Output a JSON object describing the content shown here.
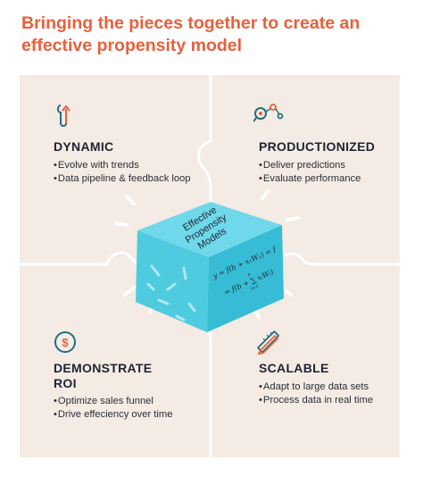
{
  "title": "Bringing the pieces together to create an effective propensity model",
  "colors": {
    "accent": "#e8603c",
    "panel": "#f4ebe4",
    "panel_border": "#ffffff",
    "cube_light": "#5fd3e6",
    "cube_mid": "#3cc3da",
    "cube_dark": "#2aaec6",
    "heading": "#1f2430"
  },
  "dynamic": {
    "heading": "DYNAMIC",
    "icon": "loop-arrow-icon",
    "bullets": [
      "Evolve with trends",
      "Data pipeline & feedback loop"
    ]
  },
  "productionized": {
    "heading": "PRODUCTIONIZED",
    "icon": "magnifier-nodes-icon",
    "bullets": [
      "Deliver predictions",
      "Evaluate performance"
    ]
  },
  "roi": {
    "heading_line1": "DEMONSTRATE",
    "heading_line2": "ROI",
    "icon": "dollar-coin-icon",
    "bullets": [
      "Optimize sales funnel",
      "Drive effeciency over time"
    ]
  },
  "scalable": {
    "heading": "SCALABLE",
    "icon": "pencil-ruler-icon",
    "bullets": [
      "Adapt to large data sets",
      "Process data in real time"
    ]
  },
  "cube": {
    "label_line1": "Effective",
    "label_line2": "Propensity",
    "label_line3": "Models",
    "formula1": "y = f(b + x₁W₁) = f",
    "formula2": "= f(b + ∑ xᵢWᵢ)",
    "formula_sub": "i=1",
    "formula_sup": "n"
  }
}
